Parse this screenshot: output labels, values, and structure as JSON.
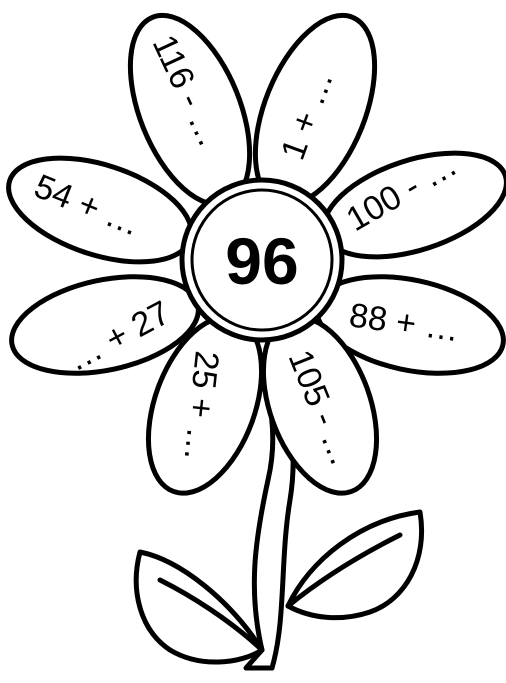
{
  "center": {
    "number": "96"
  },
  "petals": [
    {
      "label": "116 - …"
    },
    {
      "label": "1 + …"
    },
    {
      "label": "54 + …"
    },
    {
      "label": "100 - …"
    },
    {
      "label": "… + 27"
    },
    {
      "label": "88 + …"
    },
    {
      "label": "25 + …"
    },
    {
      "label": "105 - …"
    }
  ],
  "colors": {
    "line": "#000000",
    "fill": "#ffffff"
  }
}
